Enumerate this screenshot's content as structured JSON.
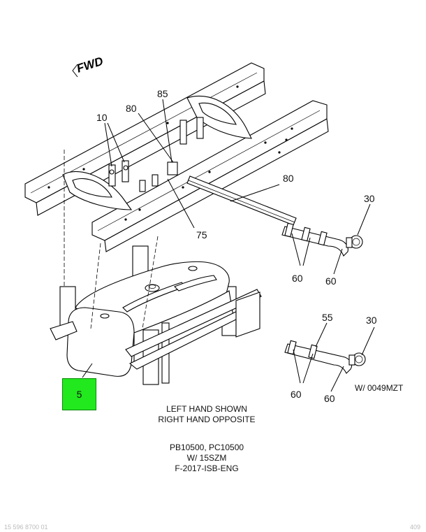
{
  "direction_label": "FWD",
  "callouts": {
    "c10": "10",
    "c80_top": "80",
    "c85": "85",
    "c80_right": "80",
    "c75": "75",
    "c30_top": "30",
    "c60_a": "60",
    "c60_b": "60",
    "c55": "55",
    "c30_bottom": "30",
    "c60_c": "60",
    "c60_d": "60"
  },
  "variant_label": "W/ 0049MZT",
  "orientation_note": [
    "LEFT HAND SHOWN",
    "RIGHT HAND OPPOSITE"
  ],
  "applicability": [
    "PB10500, PC10500",
    "W/ 15SZM",
    "F-2017-ISB-ENG"
  ],
  "hotspot": {
    "label": "5",
    "color": "#22e81e"
  },
  "footer": {
    "left": "15 596 8700 01",
    "right": "409"
  }
}
